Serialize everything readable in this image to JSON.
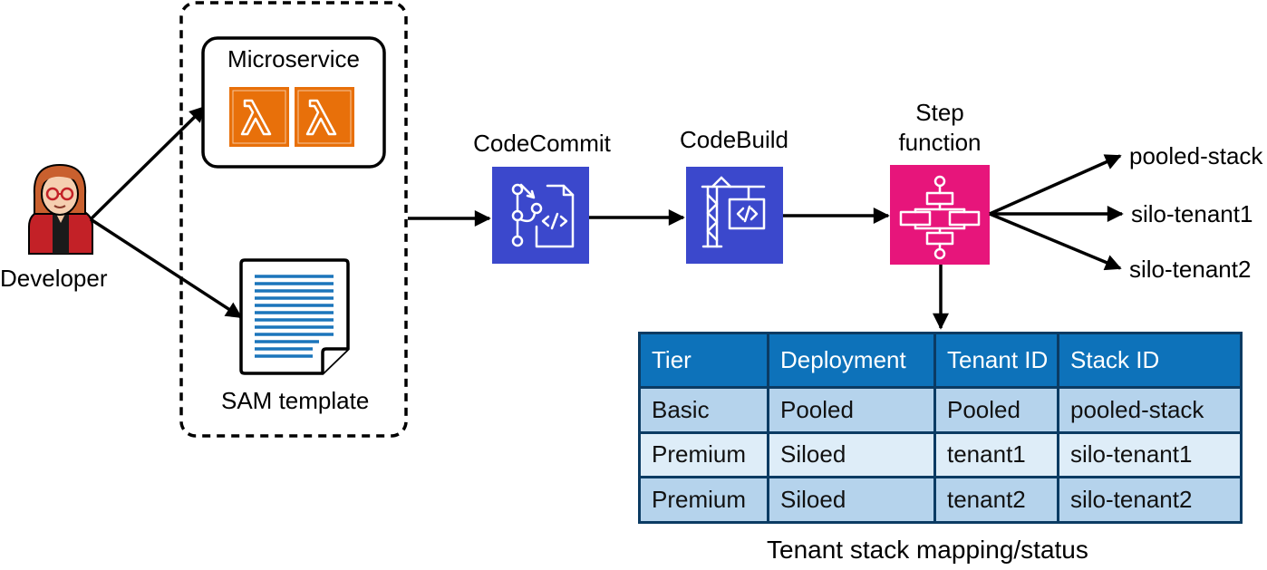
{
  "nodes": {
    "developer": "Developer",
    "microservice": "Microservice",
    "sam_template": "SAM template",
    "codecommit": "CodeCommit",
    "codebuild": "CodeBuild",
    "step_function_line1": "Step",
    "step_function_line2": "function"
  },
  "outputs": [
    "pooled-stack",
    "silo-tenant1",
    "silo-tenant2"
  ],
  "table": {
    "headers": [
      "Tier",
      "Deployment",
      "Tenant ID",
      "Stack ID"
    ],
    "rows": [
      [
        "Basic",
        "Pooled",
        "Pooled",
        "pooled-stack"
      ],
      [
        "Premium",
        "Siloed",
        "tenant1",
        "silo-tenant1"
      ],
      [
        "Premium",
        "Siloed",
        "tenant2",
        "silo-tenant2"
      ]
    ],
    "caption": "Tenant stack mapping/status"
  },
  "colors": {
    "lambda": "#e8700a",
    "codecommit": "#3b48cc",
    "codebuild": "#3b48cc",
    "step_function": "#e7157b",
    "table_header": "#0d72ba",
    "table_row_dark": "#b5d3ec",
    "table_row_light": "#deedf8",
    "table_border": "#0b3b63"
  },
  "icons": {
    "developer": "developer-avatar-icon",
    "lambda": "lambda-icon",
    "sam_template": "document-icon",
    "codecommit": "codecommit-icon",
    "codebuild": "codebuild-icon",
    "step_function": "step-functions-icon"
  }
}
